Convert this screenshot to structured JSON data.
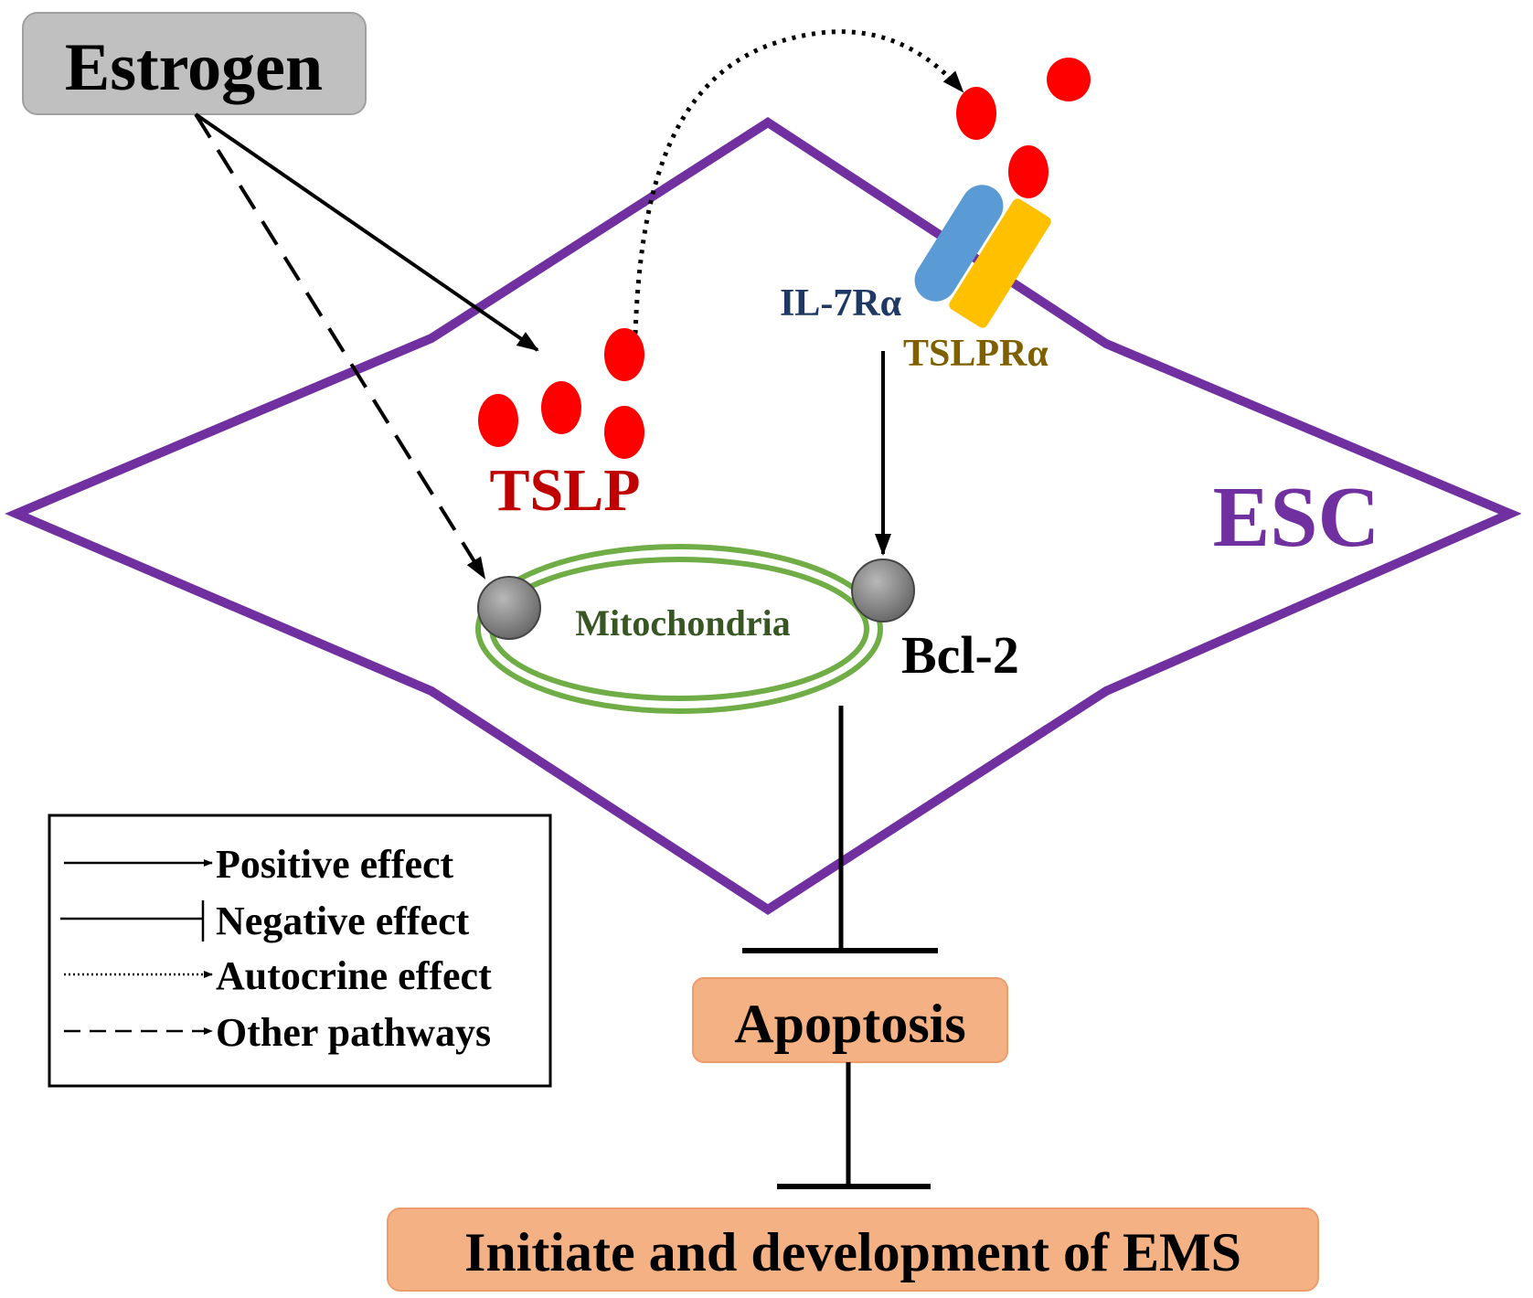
{
  "labels": {
    "estrogen": "Estrogen",
    "tslp": "TSLP",
    "il7r": "IL-7Rα",
    "tslpr": "TSLPRα",
    "esc": "ESC",
    "mitochondria": "Mitochondria",
    "bcl2": "Bcl-2",
    "apoptosis": "Apoptosis",
    "ems": "Initiate and development of EMS"
  },
  "legend": {
    "positive": "Positive effect",
    "negative": "Negative effect",
    "autocrine": "Autocrine effect",
    "other": "Other pathways"
  },
  "colors": {
    "cell_outline": "#7030a0",
    "tslp": "#ff0000",
    "tslp_text": "#c00000",
    "il7r": "#5b9bd5",
    "il7r_text": "#1f3864",
    "tslpr": "#ffc000",
    "tslpr_text": "#7f6000",
    "mitochondria": "#70ad47",
    "mitochondria_text": "#375623",
    "estrogen_box": "#c0c0c0",
    "outcome_box": "#f4b183"
  }
}
